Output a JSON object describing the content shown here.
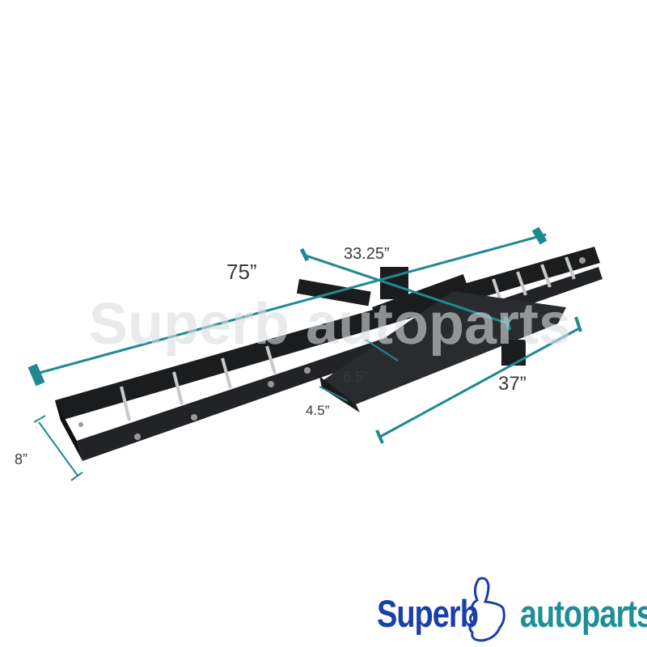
{
  "watermark": "Superb autoparts",
  "dimensions": {
    "length": "75”",
    "width_top": "33.25”",
    "width_bottom": "37”",
    "height": "8”",
    "channel_width": "6.5”",
    "channel_depth": "4.5”"
  },
  "logo": {
    "part1": "Superb",
    "part2": "autoparts"
  },
  "colors": {
    "dimension_line": "#1e8a90",
    "rack": "#1b1c1e",
    "logo_blue": "#1a3fa8",
    "logo_teal": "#1e8f94"
  }
}
